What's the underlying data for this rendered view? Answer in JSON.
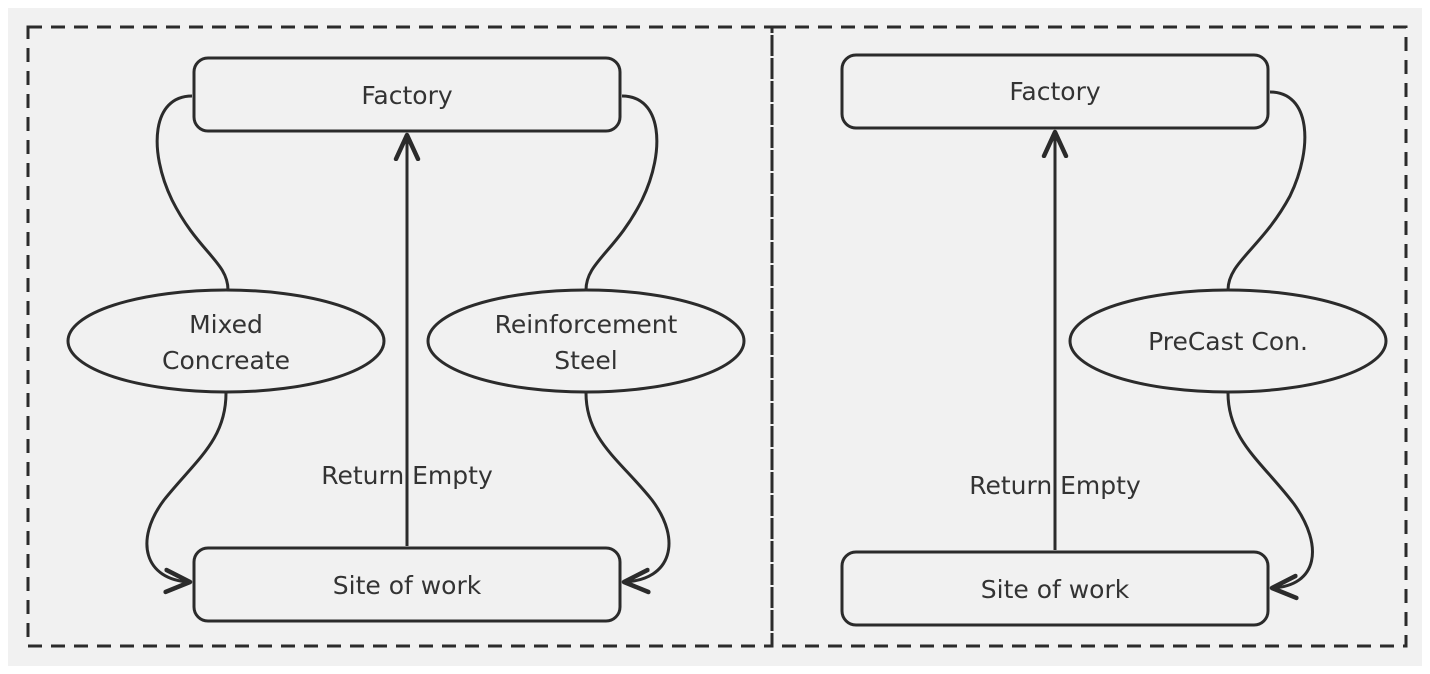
{
  "colors": {
    "background": "#ffffff",
    "panel_fill": "#f1f1f1",
    "stroke": "#2b2b2b",
    "text": "#333333"
  },
  "left": {
    "factory": "Factory",
    "site": "Site of work",
    "return_label": "Return Empty",
    "mixed_line1": "Mixed",
    "mixed_line2": "Concreate",
    "steel_line1": "Reinforcement",
    "steel_line2": "Steel"
  },
  "right": {
    "factory": "Factory",
    "site": "Site of work",
    "return_label": "Return Empty",
    "precast": "PreCast Con."
  }
}
